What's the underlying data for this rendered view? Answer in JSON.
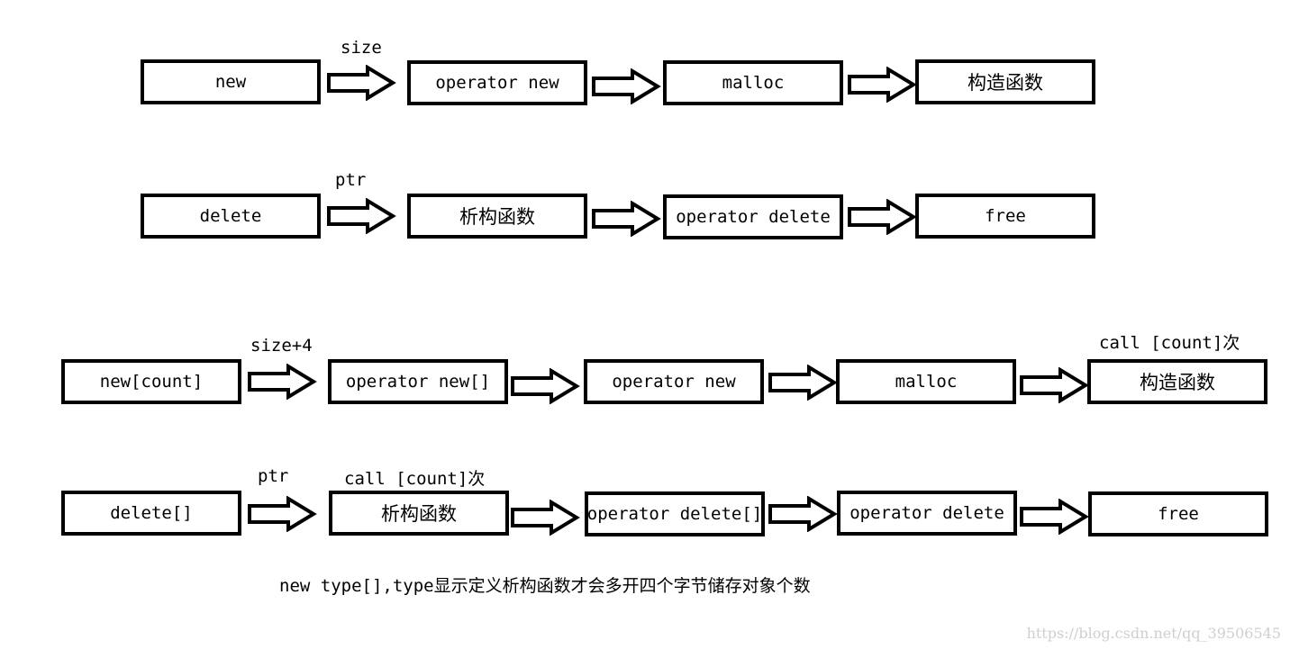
{
  "rows": [
    {
      "boxes": [
        "new",
        "operator new",
        "malloc",
        "构造函数"
      ],
      "labels": [
        "size"
      ]
    },
    {
      "boxes": [
        "delete",
        "析构函数",
        "operator delete",
        "free"
      ],
      "labels": [
        "ptr"
      ]
    },
    {
      "boxes": [
        "new[count]",
        "operator new[]",
        "operator new",
        "malloc",
        "构造函数"
      ],
      "labels": [
        "size+4",
        "call [count]次"
      ]
    },
    {
      "boxes": [
        "delete[]",
        "析构函数",
        "operator delete[]",
        "operator delete",
        "free"
      ],
      "labels": [
        "ptr",
        "call [count]次"
      ]
    }
  ],
  "note": "new type[],type显示定义析构函数才会多开四个字节储存对象个数",
  "watermark": "https://blog.csdn.net/qq_39506545"
}
